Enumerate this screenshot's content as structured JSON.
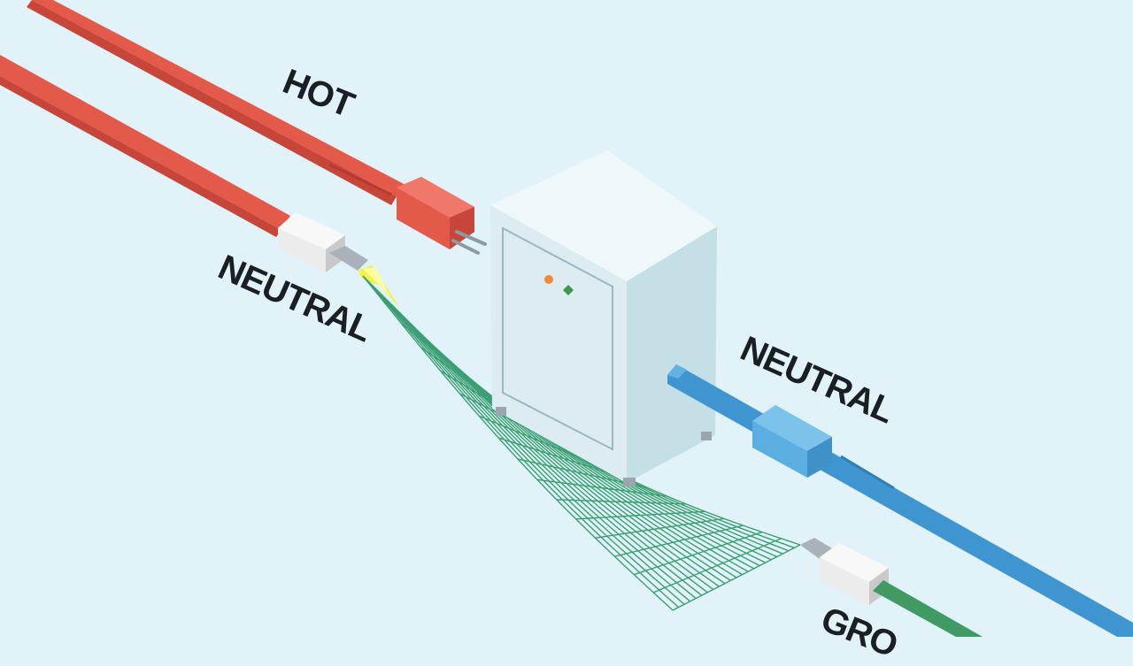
{
  "labels": {
    "hot": "HOT",
    "neutral_left": "NEUTRAL",
    "neutral_right": "NEUTRAL",
    "ground": "GRO"
  },
  "colors": {
    "background": "#e1f2f8",
    "hot_wire": "#e45a4a",
    "neutral_wire": "#3f95cf",
    "ground_wire": "#3f9a63",
    "mesh": "#3a9f72",
    "spark": "#f3f24b",
    "cabinet": "#dcecf0",
    "indicator_orange": "#f08a3a",
    "indicator_green": "#3c9b4b"
  },
  "icons": {
    "status_light_1": "orange-dot",
    "status_light_2": "green-diamond"
  }
}
